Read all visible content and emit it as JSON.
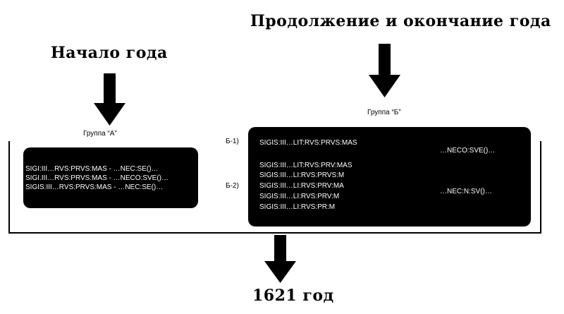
{
  "headings": {
    "continuation": "Продолжение и окончание года",
    "start": "Начало года",
    "year": "1621 год"
  },
  "group_a": {
    "label": "Группа “А”",
    "lines": [
      "SIGI:III…RVS:PRVS:MAS - …NEC:SE()…",
      "SIGI.III…RVS:PRVS:MAS - …NECO:SVE()…",
      "SIGIS:III…RVS:PRVS:MAS - …NEC:SE()…"
    ]
  },
  "group_b": {
    "label": "Группа “Б”",
    "b1_label": "Б-1)",
    "b2_label": "Б-2)",
    "b1_lines": [
      "SIGIS:III…LIT:RVS:PRVS:MAS"
    ],
    "b2_lines": [
      "SIGIS:III…LIT:RVS:PRV:MAS",
      "SIGIS:III…LI:RVS:PRVS:M",
      "SIGIS:III…LI:RVS:PRV:MA",
      "SIGIS:III…LI:RVS:PRV:M",
      "SIGIS:III…LI:RVS:PR:M"
    ],
    "reverse_top": "…NECO:SVE()…",
    "reverse_bottom": "…NEC:N:SV()…"
  }
}
